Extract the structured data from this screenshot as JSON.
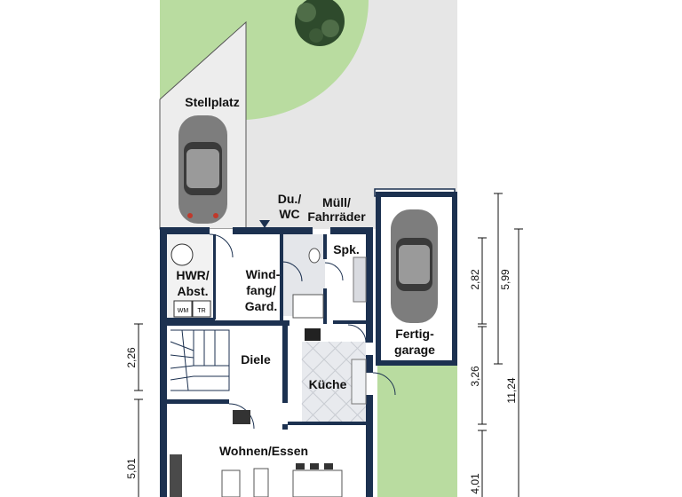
{
  "colors": {
    "lawn": "#b9dca0",
    "paving": "#e6e6e6",
    "wall": "#1c3150",
    "floor": "#ffffff",
    "tile": "#e4e6ea",
    "car_body": "#8a8a8a",
    "tree": "#2e4a2c"
  },
  "rooms": {
    "stellplatz": "Stellplatz",
    "du_wc_1": "Du./",
    "du_wc_2": "WC",
    "muell_1": "Müll/",
    "muell_2": "Fahrräder",
    "spk": "Spk.",
    "hwr_1": "HWR/",
    "hwr_2": "Abst.",
    "windfang_1": "Wind-",
    "windfang_2": "fang/",
    "windfang_3": "Gard.",
    "diele": "Diele",
    "kueche": "Küche",
    "wohnen": "Wohnen/Essen",
    "garage_1": "Fertig-",
    "garage_2": "garage"
  },
  "appliances": {
    "washer": "WM",
    "dryer": "TR"
  },
  "dimensions": {
    "d_282": "2,82",
    "d_599": "5,99",
    "d_1124": "11,24",
    "d_326": "3,26",
    "d_401": "4,01",
    "d_226": "2,26",
    "d_501": "5,01"
  }
}
